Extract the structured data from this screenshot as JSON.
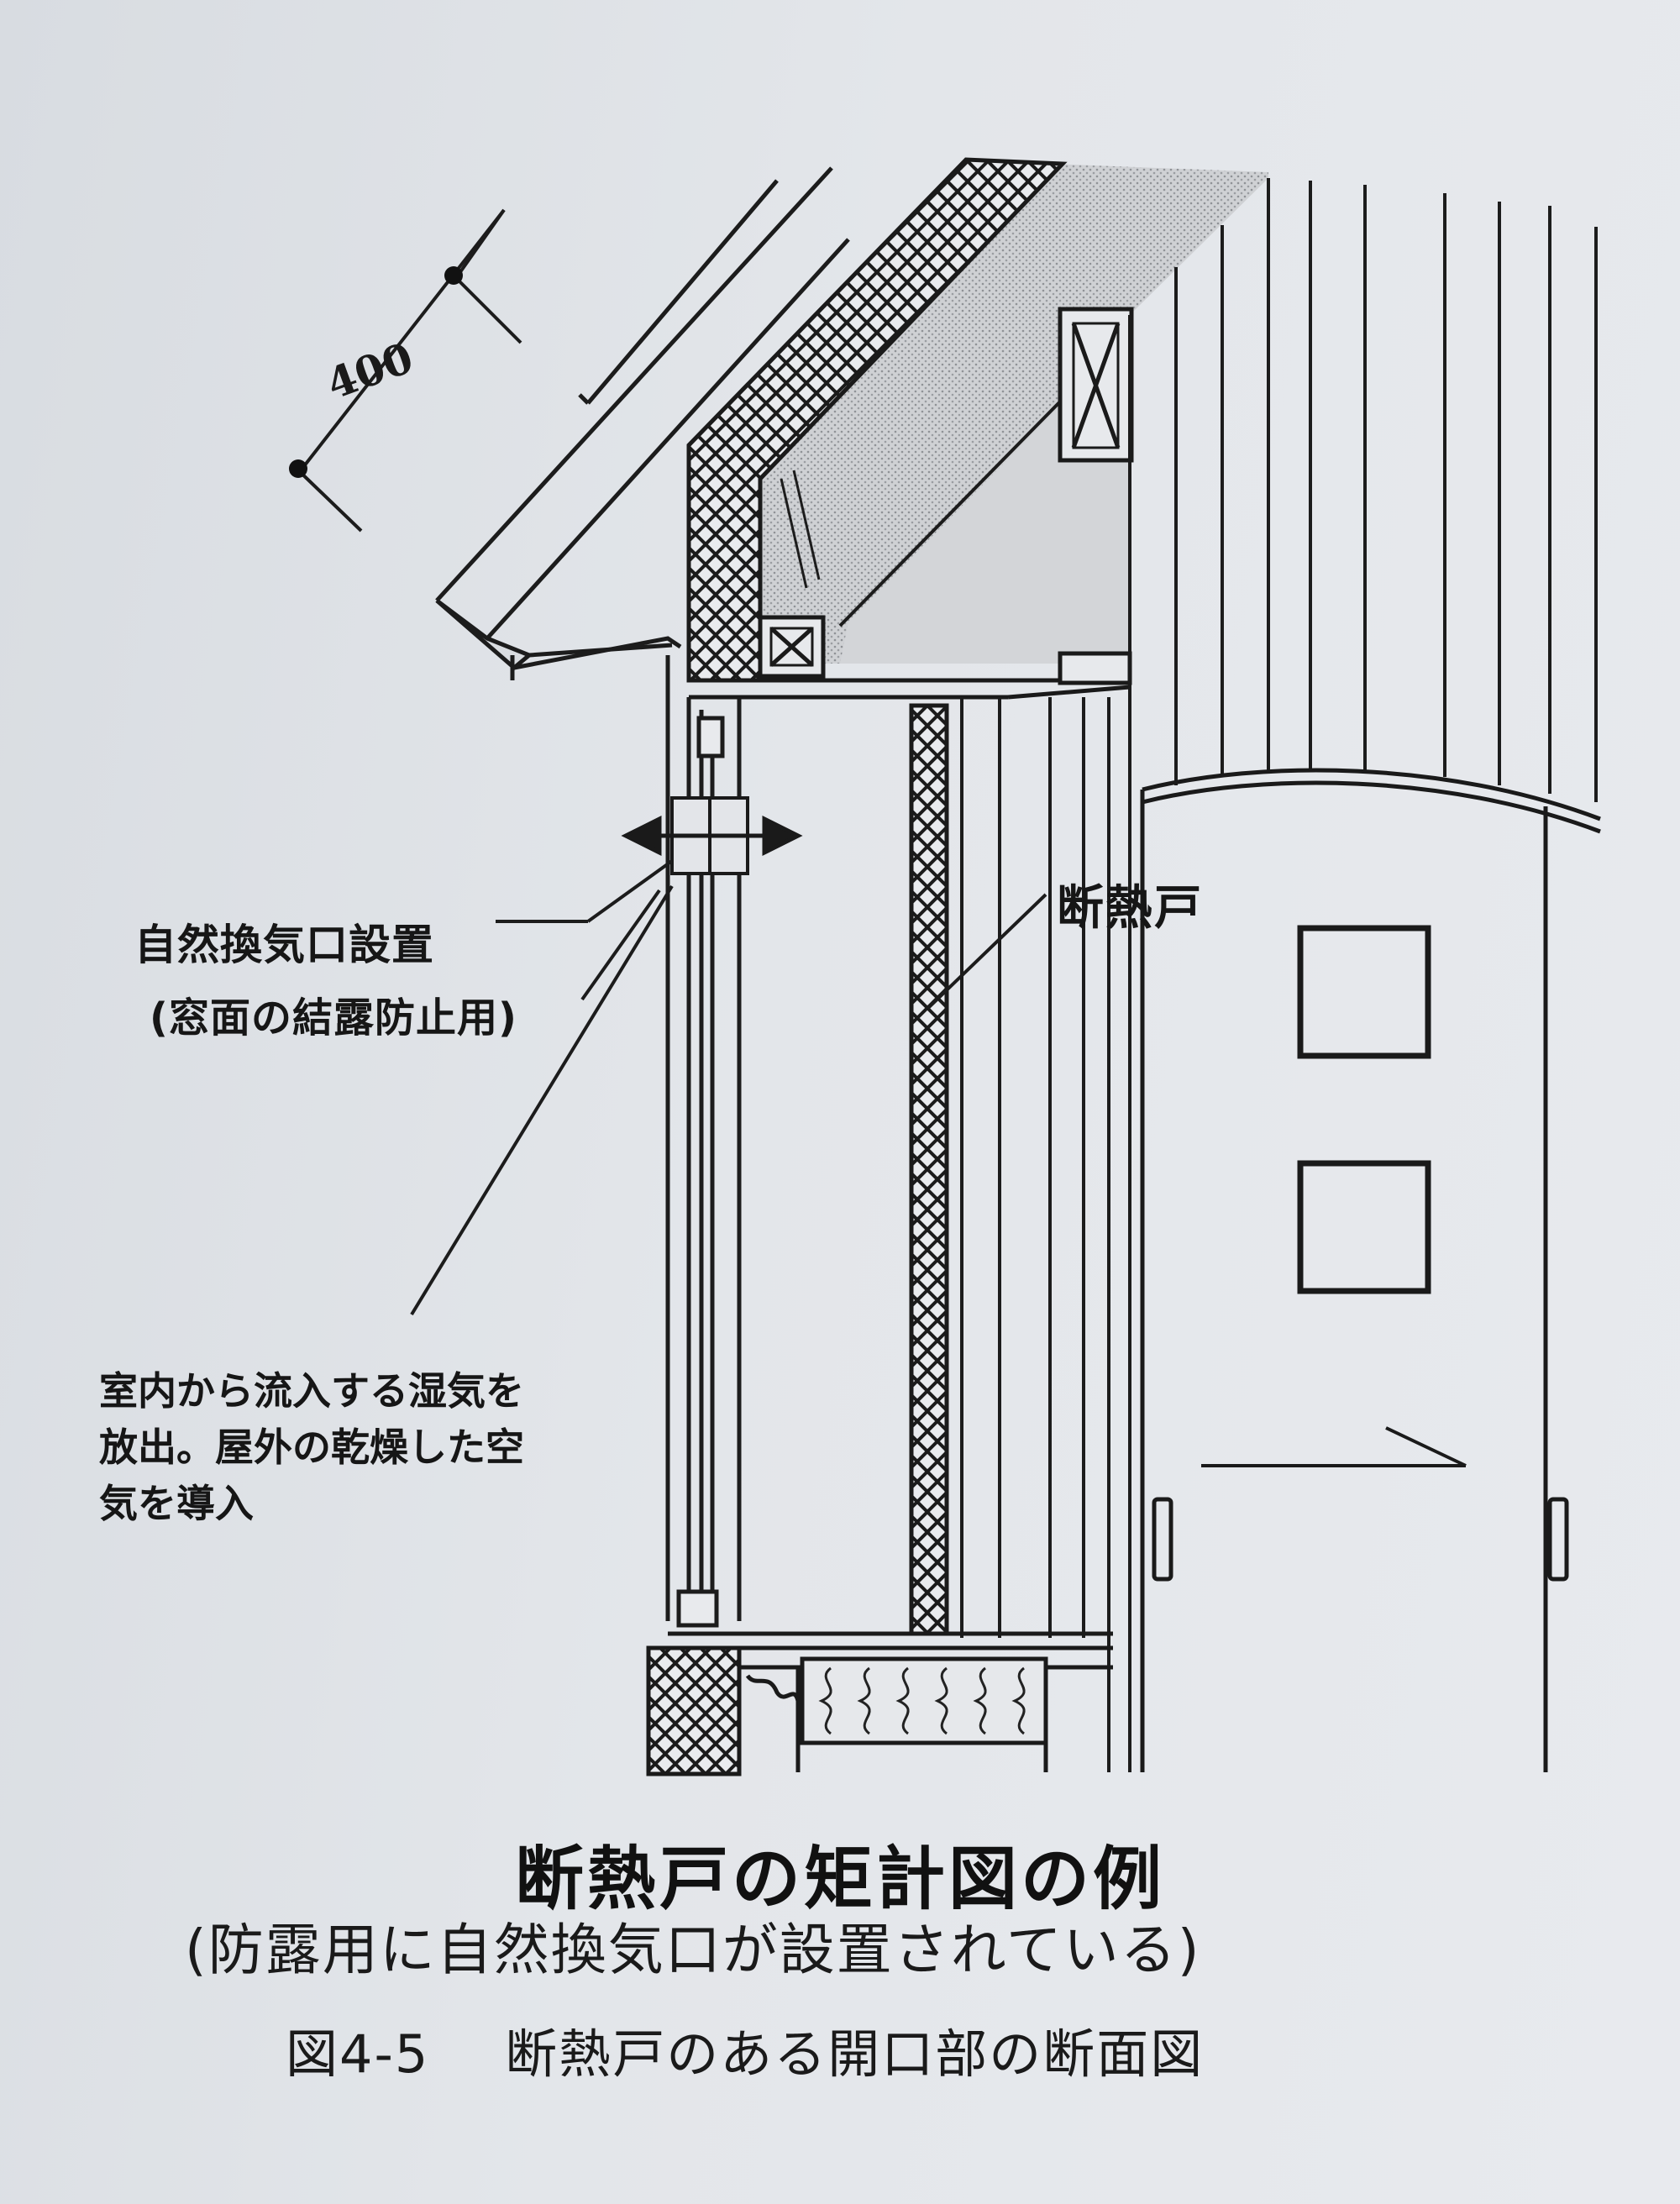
{
  "diagram": {
    "dimension_label": "400",
    "labels": {
      "vent_line1": "自然換気口設置",
      "vent_line2": "(窓面の結露防止用)",
      "insulated_door": "断熱戸",
      "moisture_line1": "室内から流入する湿気を",
      "moisture_line2": "放出。屋外の乾燥した空",
      "moisture_line3": "気を導入"
    }
  },
  "caption": {
    "title": "断熱戸の矩計図の例",
    "subtitle": "(防露用に自然換気口が設置されている)",
    "figure_number": "図4-5",
    "figure_title": "断熱戸のある開口部の断面図"
  }
}
